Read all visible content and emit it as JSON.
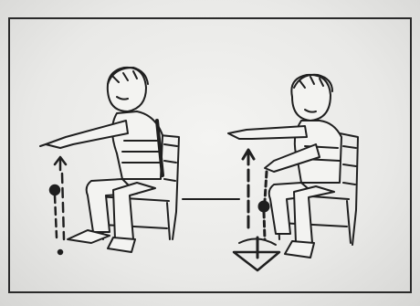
{
  "illustration": {
    "figures": [
      {
        "position": "left",
        "motion": "arrow-up",
        "object": "ball-on-string"
      },
      {
        "position": "right",
        "motion": "arrows-up-down",
        "object": "ball-on-string"
      }
    ],
    "ink_color": "#1f1f1f",
    "paper_color": "#f3f3f1"
  }
}
